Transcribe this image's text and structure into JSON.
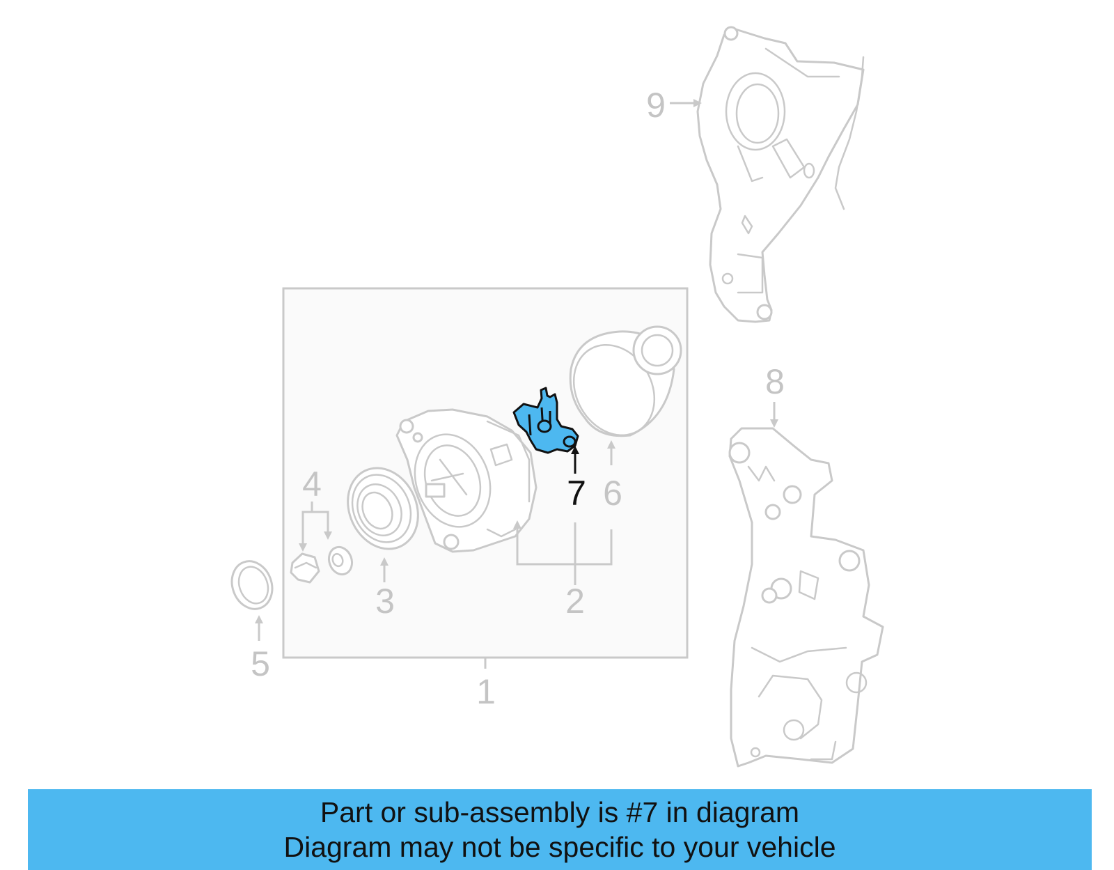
{
  "diagram": {
    "callouts": [
      "1",
      "2",
      "3",
      "4",
      "5",
      "6",
      "7",
      "8",
      "9"
    ],
    "highlighted_callout": "7",
    "highlight_color": "#4db8f0",
    "part_line_color": "#c9c9c9",
    "highlight_outline_color": "#111111"
  },
  "banner": {
    "line1": "Part or sub-assembly is #7 in diagram",
    "line2": "Diagram may not be specific to your vehicle",
    "background": "#4db8f0"
  }
}
